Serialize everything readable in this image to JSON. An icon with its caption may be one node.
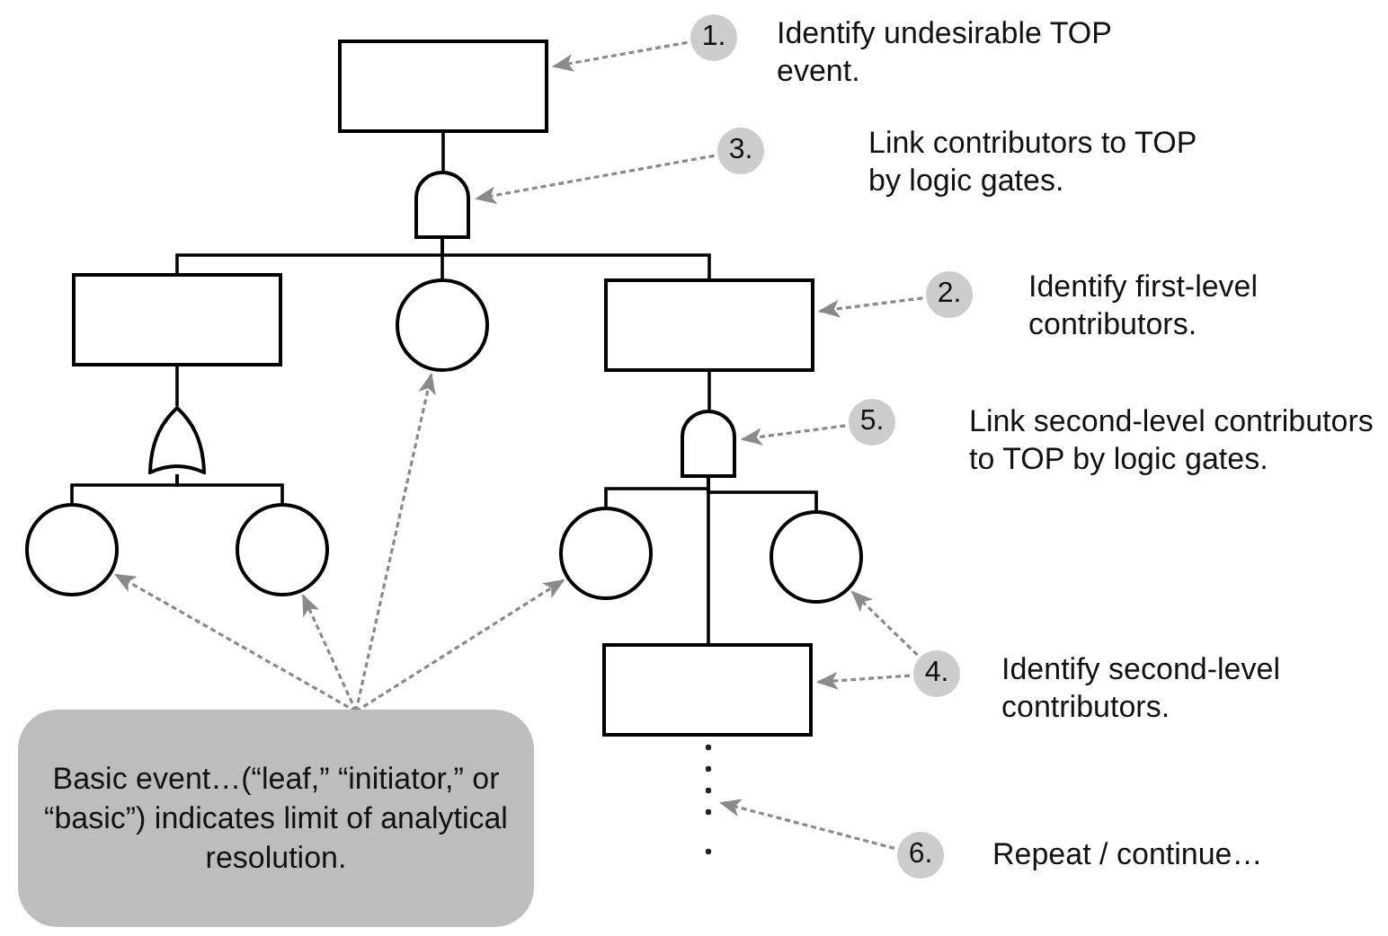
{
  "diagram": {
    "nodes": [
      {
        "text": [],
        "shape": "box"
      },
      {
        "text": [],
        "shape": "and-gate"
      },
      {
        "text": [],
        "shape": "box"
      },
      {
        "text": [],
        "shape": "circle"
      },
      {
        "text": [],
        "shape": "box"
      },
      {
        "text": [],
        "shape": "or-gate"
      },
      {
        "text": [],
        "shape": "circle"
      },
      {
        "text": [],
        "shape": "circle"
      },
      {
        "text": [],
        "shape": "and-gate"
      },
      {
        "text": [],
        "shape": "circle"
      },
      {
        "text": [],
        "shape": "circle"
      },
      {
        "text": [],
        "shape": "box"
      },
      {
        "text": [],
        "shape": "dots"
      },
      {
        "text": [
          "1."
        ],
        "beside": [
          "Identify undesirable TOP event."
        ]
      },
      {
        "text": [
          "3."
        ],
        "beside": [
          "Link contributors to TOP by logic gates."
        ]
      },
      {
        "text": [
          "2."
        ],
        "beside": [
          "Identify first-level contributors."
        ]
      },
      {
        "text": [
          "5."
        ],
        "beside": [
          "Link second-level contributors to TOP by logic gates."
        ]
      },
      {
        "text": [
          "4."
        ],
        "beside": [
          "Identify second-level contributors."
        ]
      },
      {
        "text": [
          "6."
        ],
        "beside": [
          "Repeat / continue…"
        ]
      },
      {
        "text": [
          "Basic event…(“leaf,” “initiator,” or “basic”) indicates limit of analytical resolution."
        ]
      }
    ],
    "edges": [
      {
        "from": 0,
        "to": 1,
        "arrow": "none"
      },
      {
        "from": 1,
        "to": 2,
        "arrow": "none"
      },
      {
        "from": 1,
        "to": 3,
        "arrow": "none"
      },
      {
        "from": 1,
        "to": 4,
        "arrow": "none"
      },
      {
        "from": 2,
        "to": 5,
        "arrow": "none"
      },
      {
        "from": 5,
        "to": 6,
        "arrow": "none"
      },
      {
        "from": 5,
        "to": 7,
        "arrow": "none"
      },
      {
        "from": 4,
        "to": 8,
        "arrow": "none"
      },
      {
        "from": 8,
        "to": 9,
        "arrow": "none"
      },
      {
        "from": 8,
        "to": 10,
        "arrow": "none"
      },
      {
        "from": 8,
        "to": 11,
        "arrow": "none"
      },
      {
        "from": 13,
        "to": 0,
        "arrow": "to",
        "style": "dashed",
        "color": "#8a8a8a"
      },
      {
        "from": 14,
        "to": 1,
        "arrow": "to",
        "style": "dashed",
        "color": "#8a8a8a"
      },
      {
        "from": 15,
        "to": 4,
        "arrow": "to",
        "style": "dashed",
        "color": "#8a8a8a"
      },
      {
        "from": 16,
        "to": 8,
        "arrow": "to",
        "style": "dashed",
        "color": "#8a8a8a"
      },
      {
        "from": 17,
        "to": 11,
        "arrow": "to",
        "style": "dashed",
        "color": "#8a8a8a"
      },
      {
        "from": 17,
        "to": 10,
        "arrow": "to",
        "style": "dashed",
        "color": "#8a8a8a"
      },
      {
        "from": 18,
        "to": 12,
        "arrow": "to",
        "style": "dashed",
        "color": "#8a8a8a"
      },
      {
        "from": 19,
        "to": 6,
        "arrow": "to",
        "style": "dashed",
        "color": "#8a8a8a"
      },
      {
        "from": 19,
        "to": 7,
        "arrow": "to",
        "style": "dashed",
        "color": "#8a8a8a"
      },
      {
        "from": 19,
        "to": 3,
        "arrow": "to",
        "style": "dashed",
        "color": "#8a8a8a"
      },
      {
        "from": 19,
        "to": 9,
        "arrow": "to",
        "style": "dashed",
        "color": "#8a8a8a"
      }
    ]
  }
}
